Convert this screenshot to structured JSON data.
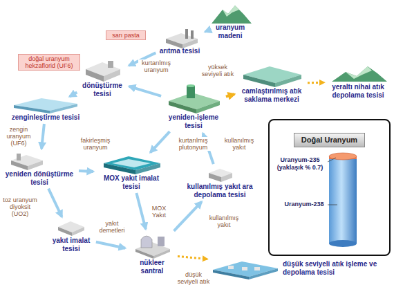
{
  "diagram": {
    "nodes": [
      {
        "text": [
          "uranyum madeni"
        ]
      },
      {
        "text": [
          "arıtma tesisi"
        ]
      },
      {
        "text": [
          "dönüştürme tesisi"
        ]
      },
      {
        "text": [
          "zenginleştirme tesisi"
        ]
      },
      {
        "text": [
          "yeniden dönüştürme tesisi"
        ]
      },
      {
        "text": [
          "MOX yakıt imalat tesisi"
        ]
      },
      {
        "text": [
          "yakıt imalat tesisi"
        ]
      },
      {
        "text": [
          "nükleer santral"
        ]
      },
      {
        "text": [
          "kullanılmış yakıt ara depolama tesisi"
        ]
      },
      {
        "text": [
          "yeniden-işleme tesisi"
        ]
      },
      {
        "text": [
          "camlaştırılmış atık saklama merkezi"
        ]
      },
      {
        "text": [
          "yeraltı nihai atık depolama tesisi"
        ]
      },
      {
        "text": [
          "düşük seviyeli atık işleme ve depolama tesisi"
        ]
      },
      {
        "text": [
          "Doğal Uranyum"
        ]
      }
    ],
    "edges": [
      {
        "from": 0,
        "to": 1,
        "arrow": "to"
      },
      {
        "from": 1,
        "to": 2,
        "label": "sarı pasta",
        "arrow": "to"
      },
      {
        "from": 2,
        "to": 3,
        "label": "doğal uranyum hekzaflorid (UF6)",
        "arrow": "to"
      },
      {
        "from": 9,
        "to": 2,
        "label": "kurtarılmış uranyum",
        "arrow": "to"
      },
      {
        "from": 3,
        "to": 4,
        "label": "zengin uranyum (UF6)",
        "arrow": "to"
      },
      {
        "from": 4,
        "to": 5,
        "label": "fakirleşmiş uranyum",
        "arrow": "to"
      },
      {
        "from": 9,
        "to": 5,
        "label": "kurtarılmış plutonyum",
        "arrow": "to"
      },
      {
        "from": 4,
        "to": 6,
        "label": "toz uranyum diyoksit (UO2)",
        "arrow": "to"
      },
      {
        "from": 5,
        "to": 7,
        "label": "MOX Yakıt",
        "arrow": "to"
      },
      {
        "from": 6,
        "to": 7,
        "label": "yakıt demetleri",
        "arrow": "to"
      },
      {
        "from": 7,
        "to": 8,
        "label": "kullanılmış yakıt",
        "arrow": "to"
      },
      {
        "from": 8,
        "to": 9,
        "label": "kullanılmış yakıt",
        "arrow": "to"
      },
      {
        "from": 9,
        "to": 10,
        "label": "yüksek seviyeli atık",
        "arrow": "to"
      },
      {
        "from": 10,
        "to": 11,
        "arrow": "to"
      },
      {
        "from": 7,
        "to": 12,
        "label": "düşük seviyeli atık",
        "arrow": "to"
      }
    ],
    "labels": [
      "Uranyum-235 (yaklaşık % 0.7)",
      "Uranyum-238"
    ]
  }
}
